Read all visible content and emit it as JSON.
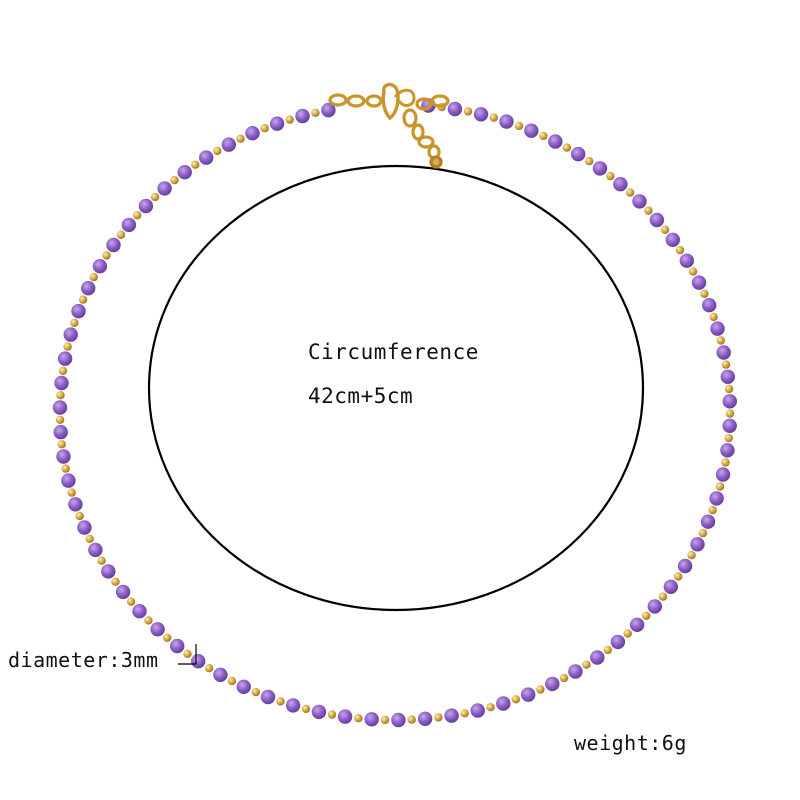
{
  "annotations": {
    "circumference_title": "Circumference",
    "circumference_value": "42cm+5cm",
    "diameter": "diameter:3mm",
    "weight": "weight:6g"
  },
  "colors": {
    "background": "#ffffff",
    "outline_circle": "#000000",
    "bead_purple": "#8a5cc4",
    "bead_purple_dark": "#5f3a96",
    "bead_gold": "#d9ad48",
    "chain_gold": "#c9962c"
  }
}
